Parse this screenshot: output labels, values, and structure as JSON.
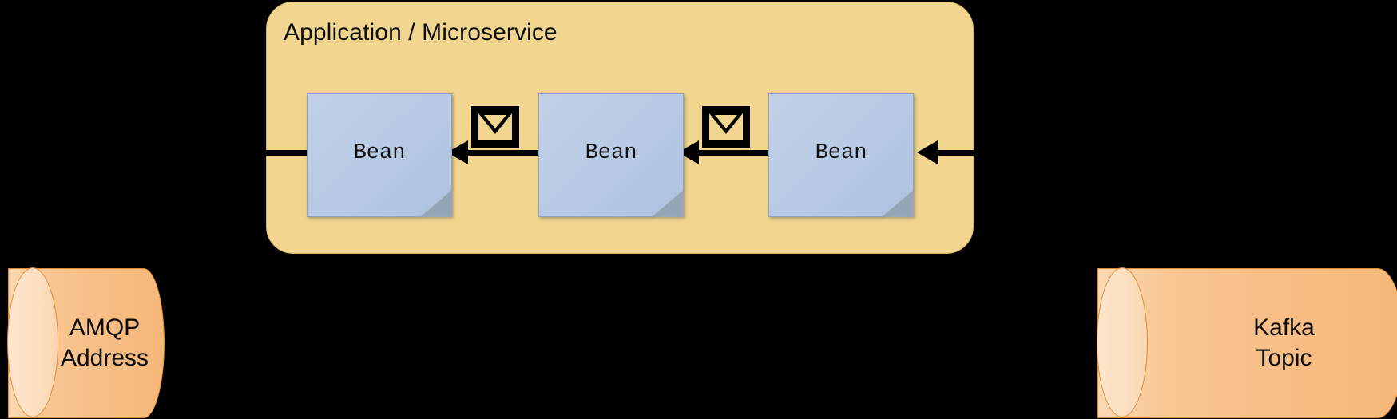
{
  "diagram": {
    "title": "Application / Microservice",
    "panel_color": "#f2d690",
    "panel_border_color": "#d6b45c",
    "background_color": "#000000"
  },
  "beans": [
    {
      "label": "Bean",
      "icon": "document-icon"
    },
    {
      "label": "Bean",
      "icon": "document-icon"
    },
    {
      "label": "Bean",
      "icon": "document-icon"
    }
  ],
  "message_icons": [
    {
      "name": "envelope-icon"
    },
    {
      "name": "envelope-icon"
    }
  ],
  "flows": [
    {
      "name": "flow-out-left",
      "direction": "left"
    },
    {
      "name": "flow-bean2-to-bean1",
      "direction": "left"
    },
    {
      "name": "flow-bean3-to-bean2",
      "direction": "left"
    },
    {
      "name": "flow-in-right",
      "direction": "left"
    }
  ],
  "endpoints": {
    "left": {
      "line1": "AMQP",
      "line2": "Address",
      "shape": "cylinder",
      "color": "#f7bd84"
    },
    "right": {
      "line1": "Kafka",
      "line2": "Topic",
      "shape": "cylinder",
      "color": "#f7bd84"
    }
  },
  "colors": {
    "bean_fill": "#b7c9e3",
    "bean_border": "#8da4c4",
    "cylinder_fill": "#f7bd84",
    "cylinder_border": "#e08a33",
    "arrow": "#000000",
    "text": "#0d0d0d"
  }
}
